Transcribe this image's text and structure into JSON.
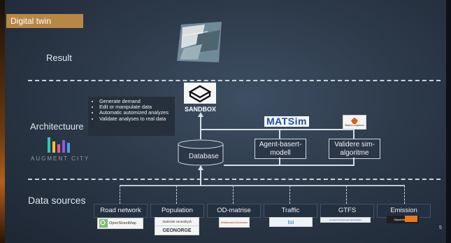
{
  "header": {
    "tag": "Digital twin"
  },
  "sections": {
    "result": "Result",
    "architecture": "Architectuure",
    "data_sources": "Data sources"
  },
  "augment_city": {
    "label": "AUGMENT CITY",
    "bar_colors": [
      "#3cc0b8",
      "#f0c23c",
      "#e85a8a",
      "#8a5ae0",
      "#4aa0e8"
    ]
  },
  "sandbox": {
    "label": "SANDBOX"
  },
  "tasks": [
    "Generate demand",
    "Edit or manipulate data",
    "Automatic automized analyzes",
    "Validate analyses to real data"
  ],
  "database": {
    "label": "Database"
  },
  "matsim": {
    "label": "MATSim"
  },
  "statens_logo": {
    "text": "Statens vegvesen"
  },
  "agent_box": {
    "label": "Agent-basert-modell"
  },
  "validate_box": {
    "label": "Validere sim-algoritme"
  },
  "sources": [
    {
      "label": "Road network"
    },
    {
      "label": "Population"
    },
    {
      "label": "OD-matrise"
    },
    {
      "label": "Traffic"
    },
    {
      "label": "GTFS"
    },
    {
      "label": "Emission"
    }
  ],
  "source_logos": {
    "osm": "OpenStreetMap",
    "ssb": "Statistisk sentralbyrå",
    "geonorge": "GEONORGE",
    "os": "Kristiansand kommune",
    "toi": "toi",
    "gtfs": "General Transit Feed Specification",
    "emission": "Miljødirektoratet"
  },
  "page_number": "5",
  "colors": {
    "accent": "#b98745",
    "background": "#2d3a4a"
  }
}
